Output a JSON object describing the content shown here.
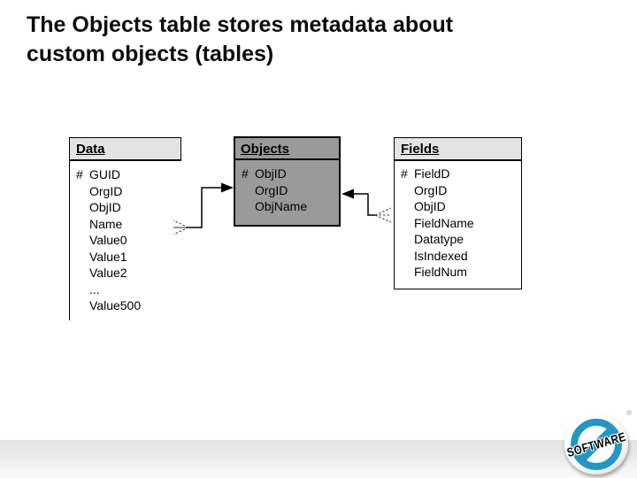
{
  "slide": {
    "title_line1": "The Objects table stores metadata about",
    "title_line2": "custom objects (tables)"
  },
  "tables": [
    {
      "name": "Data",
      "rows": [
        {
          "marker": "#",
          "name": "GUID"
        },
        {
          "marker": "",
          "name": "OrgID"
        },
        {
          "marker": "",
          "name": "ObjID"
        },
        {
          "marker": "",
          "name": "Name"
        },
        {
          "marker": "",
          "name": "Value0"
        },
        {
          "marker": "",
          "name": "Value1"
        },
        {
          "marker": "",
          "name": "Value2"
        },
        {
          "marker": "",
          "name": "..."
        },
        {
          "marker": "",
          "name": "Value500"
        }
      ]
    },
    {
      "name": "Objects",
      "rows": [
        {
          "marker": "#",
          "name": "ObjID"
        },
        {
          "marker": "",
          "name": "OrgID"
        },
        {
          "marker": "",
          "name": "ObjName"
        }
      ]
    },
    {
      "name": "Fields",
      "rows": [
        {
          "marker": "#",
          "name": "FieldD"
        },
        {
          "marker": "",
          "name": "OrgID"
        },
        {
          "marker": "",
          "name": "ObjID"
        },
        {
          "marker": "",
          "name": "FieldName"
        },
        {
          "marker": "",
          "name": "Datatype"
        },
        {
          "marker": "",
          "name": "IsIndexed"
        },
        {
          "marker": "",
          "name": "FieldNum"
        }
      ]
    }
  ],
  "logo": {
    "text": "SOFTWARE",
    "registered": "®"
  },
  "colors": {
    "header_bg": "#e3e3e3",
    "objects_bg": "#9a9a9a",
    "logo_blue": "#2496c2",
    "line": "#000000",
    "band_gray": "#e2e2e2"
  }
}
